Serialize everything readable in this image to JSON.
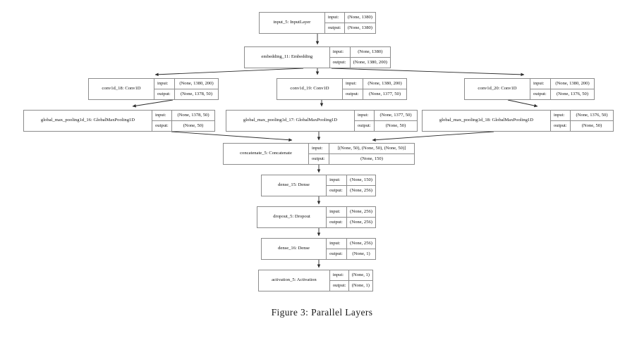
{
  "figure": {
    "caption": "Figure 3: Parallel Layers",
    "io_labels": {
      "input": "input:",
      "output": "output:"
    }
  },
  "nodes": {
    "input_5": {
      "name": "input_5: InputLayer",
      "input": "(None, 1380)",
      "output": "(None, 1380)"
    },
    "embedding_11": {
      "name": "embedding_11: Embedding",
      "input": "(None, 1380)",
      "output": "(None, 1380, 200)"
    },
    "conv1d_18": {
      "name": "conv1d_18: Conv1D",
      "input": "(None, 1380, 200)",
      "output": "(None, 1378, 50)"
    },
    "conv1d_19": {
      "name": "conv1d_19: Conv1D",
      "input": "(None, 1380, 200)",
      "output": "(None, 1377, 50)"
    },
    "conv1d_20": {
      "name": "conv1d_20: Conv1D",
      "input": "(None, 1380, 200)",
      "output": "(None, 1376, 50)"
    },
    "gmp_16": {
      "name": "global_max_pooling1d_16: GlobalMaxPooling1D",
      "input": "(None, 1378, 50)",
      "output": "(None, 50)"
    },
    "gmp_17": {
      "name": "global_max_pooling1d_17: GlobalMaxPooling1D",
      "input": "(None, 1377, 50)",
      "output": "(None, 50)"
    },
    "gmp_18": {
      "name": "global_max_pooling1d_18: GlobalMaxPooling1D",
      "input": "(None, 1376, 50)",
      "output": "(None, 50)"
    },
    "concatenate_5": {
      "name": "concatenate_5: Concatenate",
      "input": "[(None, 50), (None, 50), (None, 50)]",
      "output": "(None, 150)"
    },
    "dense_15": {
      "name": "dense_15: Dense",
      "input": "(None, 150)",
      "output": "(None, 256)"
    },
    "dropout_5": {
      "name": "dropout_5: Dropout",
      "input": "(None, 256)",
      "output": "(None, 256)"
    },
    "dense_16": {
      "name": "dense_16: Dense",
      "input": "(None, 256)",
      "output": "(None, 1)"
    },
    "activation_5": {
      "name": "activation_5: Activation",
      "input": "(None, 1)",
      "output": "(None, 1)"
    }
  },
  "edges": [
    {
      "from": "input_5",
      "to": "embedding_11"
    },
    {
      "from": "embedding_11",
      "to": "conv1d_18"
    },
    {
      "from": "embedding_11",
      "to": "conv1d_19"
    },
    {
      "from": "embedding_11",
      "to": "conv1d_20"
    },
    {
      "from": "conv1d_18",
      "to": "gmp_16"
    },
    {
      "from": "conv1d_19",
      "to": "gmp_17"
    },
    {
      "from": "conv1d_20",
      "to": "gmp_18"
    },
    {
      "from": "gmp_16",
      "to": "concatenate_5"
    },
    {
      "from": "gmp_17",
      "to": "concatenate_5"
    },
    {
      "from": "gmp_18",
      "to": "concatenate_5"
    },
    {
      "from": "concatenate_5",
      "to": "dense_15"
    },
    {
      "from": "dense_15",
      "to": "dropout_5"
    },
    {
      "from": "dropout_5",
      "to": "dense_16"
    },
    {
      "from": "dense_16",
      "to": "activation_5"
    }
  ],
  "colors": {
    "background": "#ffffff",
    "box_border": "#8c8c8c",
    "edge": "#2b2b2b",
    "text": "#111111"
  }
}
